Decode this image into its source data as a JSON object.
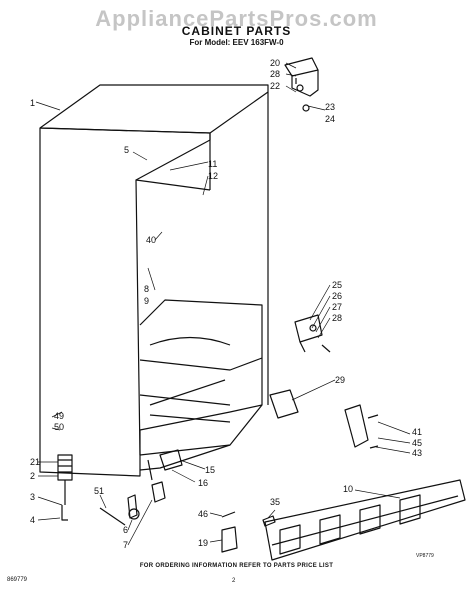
{
  "watermark": "AppliancePartsPros.com",
  "title": "CABINET PARTS",
  "model": "For Model: EEV 163FW-0",
  "footer_note": "FOR ORDERING INFORMATION REFER TO PARTS PRICE LIST",
  "page_number": "2",
  "doc_code": "869779",
  "figure_code": "VP8779",
  "part_labels": [
    "1",
    "2",
    "3",
    "4",
    "5",
    "6",
    "7",
    "8",
    "9",
    "10",
    "11",
    "12",
    "15",
    "16",
    "19",
    "20",
    "21",
    "22",
    "23",
    "24",
    "25",
    "26",
    "27",
    "28",
    "28",
    "29",
    "35",
    "40",
    "41",
    "43",
    "45",
    "46",
    "49",
    "50",
    "51"
  ]
}
